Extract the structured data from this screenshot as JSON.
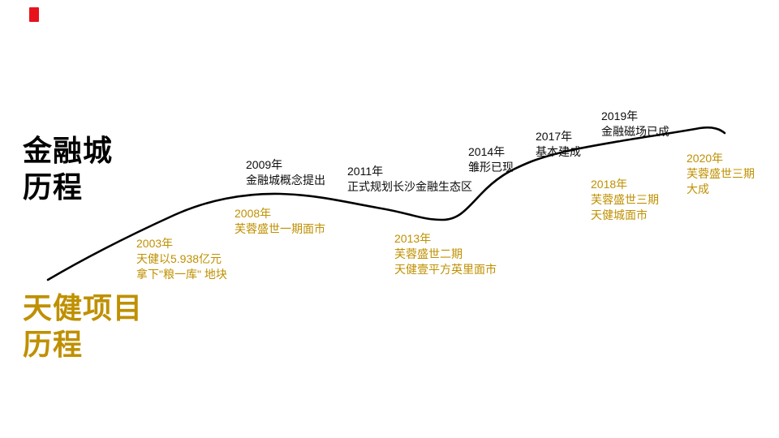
{
  "slide": {
    "background": "#ffffff",
    "colors": {
      "city_track": "#0d0d0d",
      "project_track": "#bf9000",
      "logo_red": "#e8121c",
      "curve": "#000000"
    }
  },
  "titles": {
    "city": {
      "line1": "金融城",
      "line2": "历程"
    },
    "project": {
      "line1": "天健项目",
      "line2": "历程"
    }
  },
  "timeline": {
    "milestones": [
      {
        "year": "2003年",
        "track": "project",
        "lines": [
          "天健以5.938亿元",
          "拿下\"粮一库\" 地块"
        ]
      },
      {
        "year": "2008年",
        "track": "project",
        "lines": [
          "芙蓉盛世一期面市"
        ]
      },
      {
        "year": "2009年",
        "track": "city",
        "lines": [
          "金融城概念提出"
        ]
      },
      {
        "year": "2011年",
        "track": "city",
        "lines": [
          "正式规划长沙金融生态区"
        ]
      },
      {
        "year": "2013年",
        "track": "project",
        "lines": [
          "芙蓉盛世二期",
          "天健壹平方英里面市"
        ]
      },
      {
        "year": "2014年",
        "track": "city",
        "lines": [
          "雏形已现"
        ]
      },
      {
        "year": "2017年",
        "track": "city",
        "lines": [
          "基本建成"
        ]
      },
      {
        "year": "2018年",
        "track": "project",
        "lines": [
          "芙蓉盛世三期",
          "天健城面市"
        ]
      },
      {
        "year": "2019年",
        "track": "city",
        "lines": [
          "金融磁场已成"
        ]
      },
      {
        "year": "2020年",
        "track": "project",
        "lines": [
          "芙蓉盛世三期",
          "大成"
        ]
      }
    ]
  }
}
